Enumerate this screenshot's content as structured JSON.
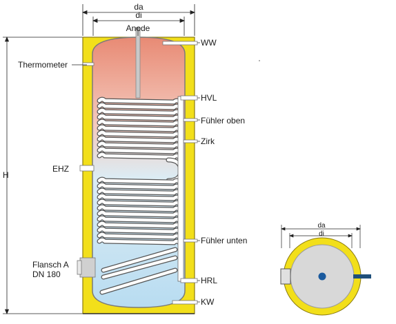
{
  "main_view": {
    "dim_outer": "da",
    "dim_inner": "di",
    "height_dim": "H",
    "labels": {
      "anode": "Anode",
      "thermometer": "Thermometer",
      "ehz": "EHZ",
      "flange": "Flansch A\nDN 180",
      "ww": "WW",
      "hvl": "HVL",
      "fuehler_oben": "Fühler oben",
      "zirk": "Zirk",
      "fuehler_unten": "Fühler unten",
      "hrl": "HRL",
      "kw": "KW"
    }
  },
  "top_view": {
    "dim_outer": "da",
    "dim_inner": "di"
  },
  "colors": {
    "insulation": "#f2df1a",
    "insulation_edge": "#8a7a10",
    "water_hot": "#e8907a",
    "water_cold": "#bfe0f3",
    "coil_fill": "#ffffff",
    "coil_edge": "#555555",
    "inner_disc": "#d8d8d8",
    "center_dot": "#1a5a9e"
  }
}
